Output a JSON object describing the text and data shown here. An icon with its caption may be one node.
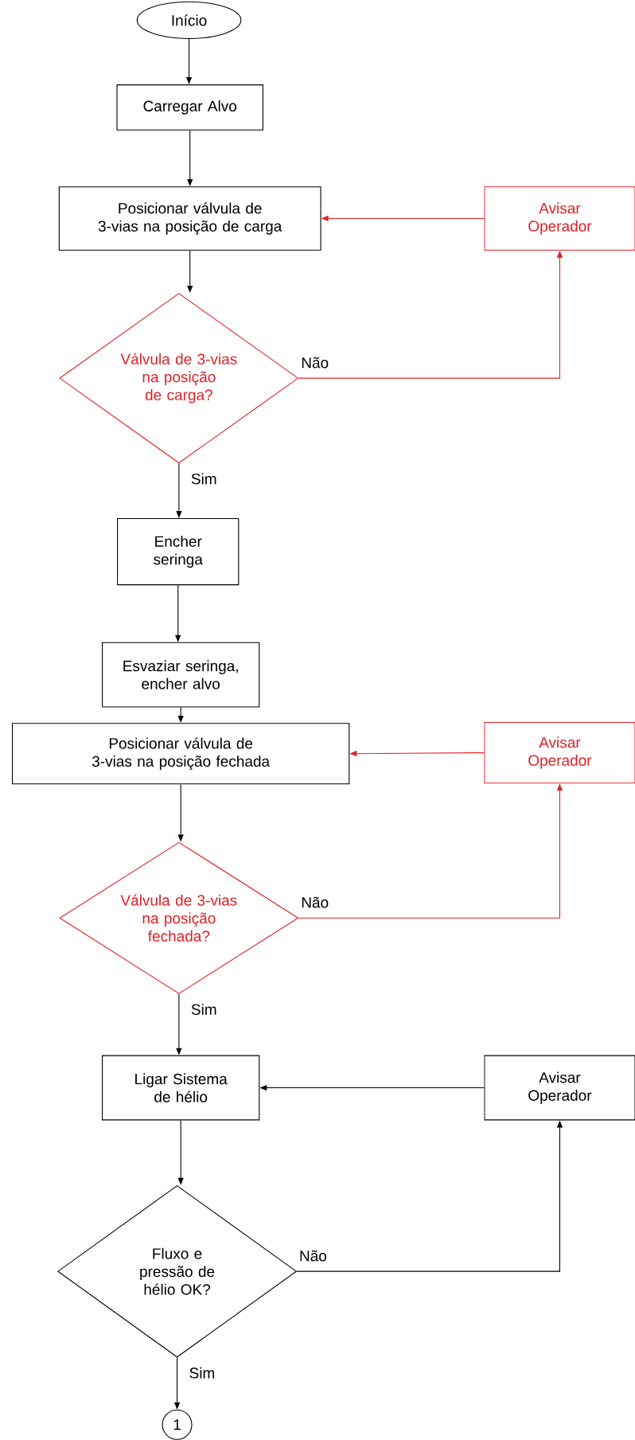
{
  "diagram": {
    "nodes": [
      {
        "text": [
          "Início"
        ]
      },
      {
        "text": [
          "Carregar Alvo"
        ]
      },
      {
        "text": [
          "Posicionar válvula de 3-vias na posição de carga"
        ]
      },
      {
        "text": [
          "Avisar Operador"
        ]
      },
      {
        "text": [
          "Válvula de 3-vias na posição de carga?"
        ]
      },
      {
        "text": [
          "Encher seringa"
        ]
      },
      {
        "text": [
          "Esvaziar seringa, encher alvo"
        ]
      },
      {
        "text": [
          "Posicionar válvula de 3-vias na posição fechada"
        ]
      },
      {
        "text": [
          "Avisar Operador"
        ]
      },
      {
        "text": [
          "Válvula de 3-vias na posição fechada?"
        ]
      },
      {
        "text": [
          "Ligar Sistema de hélio"
        ]
      },
      {
        "text": [
          "Avisar Operador"
        ]
      },
      {
        "text": [
          "Fluxo e pressão de hélio OK?"
        ]
      },
      {
        "text": [
          "1"
        ]
      }
    ],
    "edges": [
      {
        "from": 0,
        "to": 1,
        "arrow": "to"
      },
      {
        "from": 1,
        "to": 2,
        "arrow": "to"
      },
      {
        "from": 3,
        "to": 2,
        "arrow": "to",
        "color": "#e31e24"
      },
      {
        "from": 2,
        "to": 4,
        "arrow": "to"
      },
      {
        "from": 4,
        "to": 3,
        "arrow": "to",
        "label": "Não",
        "color": "#e31e24"
      },
      {
        "from": 4,
        "to": 5,
        "arrow": "to",
        "label": "Sim"
      },
      {
        "from": 5,
        "to": 6,
        "arrow": "to"
      },
      {
        "from": 6,
        "to": 7,
        "arrow": "to"
      },
      {
        "from": 8,
        "to": 7,
        "arrow": "to",
        "color": "#e31e24"
      },
      {
        "from": 7,
        "to": 9,
        "arrow": "to"
      },
      {
        "from": 9,
        "to": 8,
        "arrow": "to",
        "label": "Não",
        "color": "#e31e24"
      },
      {
        "from": 9,
        "to": 10,
        "arrow": "to",
        "label": "Sim"
      },
      {
        "from": 11,
        "to": 10,
        "arrow": "to"
      },
      {
        "from": 10,
        "to": 12,
        "arrow": "to"
      },
      {
        "from": 12,
        "to": 11,
        "arrow": "to",
        "label": "Não"
      },
      {
        "from": 12,
        "to": 13,
        "arrow": "to",
        "label": "Sim"
      }
    ]
  }
}
